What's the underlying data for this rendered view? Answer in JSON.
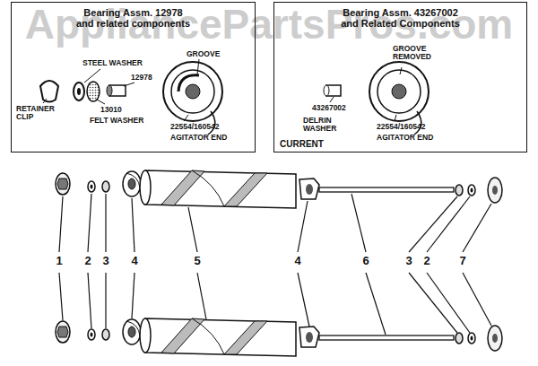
{
  "diagram": {
    "nodes": [
      {
        "text": [
          "Bearing Assm. 12978",
          "and related components"
        ]
      },
      {
        "text": [
          "Bearing Assm. 43267002",
          "and Related Components"
        ]
      }
    ],
    "labels": [
      "AppliancePartsPros.com",
      "STEEL WASHER",
      "GROOVE",
      "12978",
      "RETAINER CLIP",
      "13010",
      "FELT WASHER",
      "22554/160542",
      "AGITATOR END",
      "GROOVE REMOVED",
      "43267002",
      "DELRIN WASHER",
      "22554/160542",
      "AGITATOR END",
      "CURRENT",
      "1",
      "2",
      "3",
      "4",
      "5",
      "4",
      "6",
      "3",
      "2",
      "7"
    ]
  }
}
